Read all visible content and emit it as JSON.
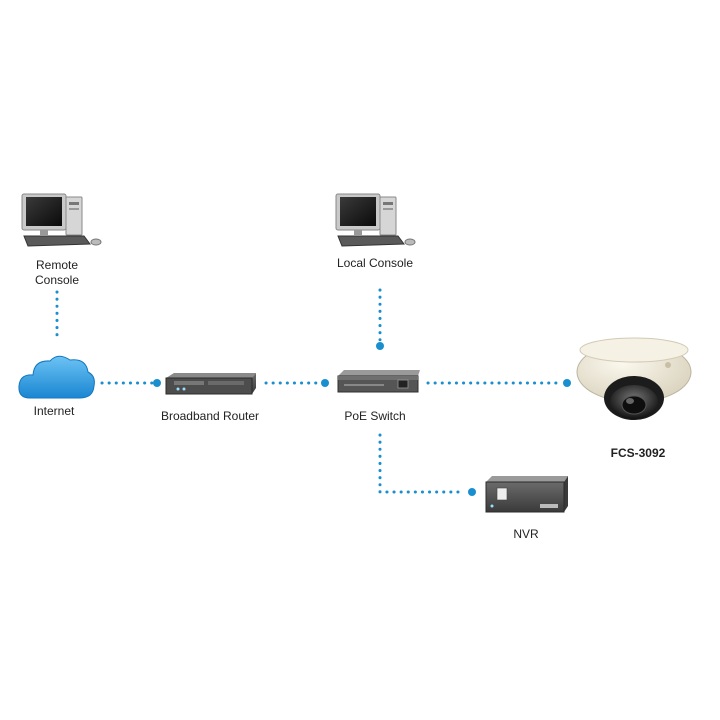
{
  "diagram": {
    "nodes": {
      "remote_console": {
        "label_line1": "Remote",
        "label_line2": "Console",
        "icon": "desktop-computer-icon"
      },
      "local_console": {
        "label": "Local Console",
        "icon": "desktop-computer-icon"
      },
      "internet": {
        "label": "Internet",
        "icon": "cloud-icon"
      },
      "router": {
        "label": "Broadband Router",
        "icon": "router-icon"
      },
      "poe_switch": {
        "label": "PoE Switch",
        "icon": "switch-icon"
      },
      "camera": {
        "label": "FCS-3092",
        "icon": "dome-camera-icon"
      },
      "nvr": {
        "label": "NVR",
        "icon": "nvr-icon"
      }
    },
    "connections": [
      {
        "from": "remote_console",
        "to": "internet"
      },
      {
        "from": "internet",
        "to": "router"
      },
      {
        "from": "router",
        "to": "poe_switch"
      },
      {
        "from": "local_console",
        "to": "poe_switch"
      },
      {
        "from": "poe_switch",
        "to": "camera"
      },
      {
        "from": "poe_switch",
        "to": "nvr"
      }
    ],
    "colors": {
      "link": "#1a8fd0",
      "cloud": "#2b9be0",
      "device_dark": "#4a4a4a",
      "camera_body": "#efe9d8"
    }
  }
}
